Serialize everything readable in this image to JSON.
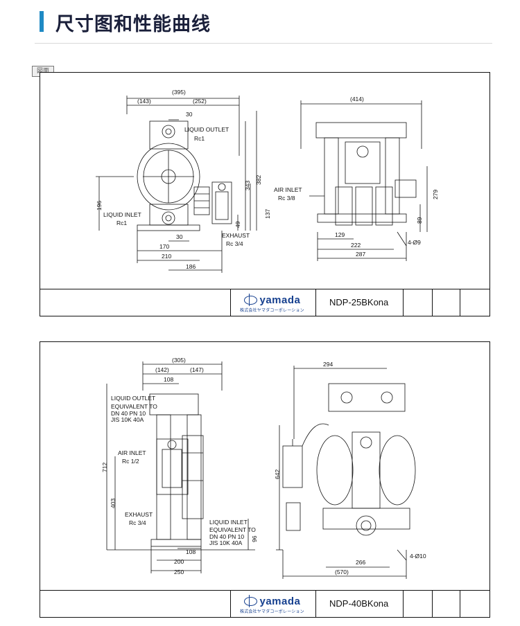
{
  "page": {
    "title": "尺寸图和性能曲线",
    "stamp": "図面"
  },
  "drawing1": {
    "model": "NDP-25BKona",
    "logo_name": "yamada",
    "logo_subtitle": "株式会社ヤマダコーポレーション",
    "labels": {
      "liquid_outlet": "LIQUID OUTLET",
      "liquid_outlet_port": "Rc1",
      "liquid_inlet": "LIQUID INLET",
      "liquid_inlet_port": "Rc1",
      "air_inlet": "AIR INLET",
      "air_inlet_port": "Rc 3/8",
      "exhaust": "EXHAUST",
      "exhaust_port": "Rc 3/4",
      "holes": "4-Ø9"
    },
    "dims": {
      "d395": "(395)",
      "d143": "(143)",
      "d252": "(252)",
      "d30a": "30",
      "d196": "196",
      "d343": "343",
      "d382": "382",
      "d137": "137",
      "d49": "49",
      "d30b": "30",
      "d170": "170",
      "d210": "210",
      "d186": "186",
      "d414": "(414)",
      "d279": "279",
      "d89": "89",
      "d129": "129",
      "d222": "222",
      "d287": "287"
    }
  },
  "drawing2": {
    "model": "NDP-40BKona",
    "logo_name": "yamada",
    "logo_subtitle": "株式会社ヤマダコーポレーション",
    "labels": {
      "liquid_outlet": "LIQUID OUTLET",
      "equiv_out": "EQUIVALENT TO",
      "dn_out": "DN 40 PN 10",
      "jis_out": "JIS 10K 40A",
      "air_inlet": "AIR INLET",
      "air_inlet_port": "Rc 1/2",
      "exhaust": "EXHAUST",
      "exhaust_port": "Rc 3/4",
      "liquid_inlet": "LIQUID INLET",
      "equiv_in": "EQUIVALENT TO",
      "dn_in": "DN 40 PN 10",
      "jis_in": "JIS 10K 40A",
      "holes": "4-Ø10"
    },
    "dims": {
      "d305": "(305)",
      "d142": "(142)",
      "d147": "(147)",
      "d108a": "108",
      "d712": "712",
      "d403": "403",
      "d96": "96",
      "d108b": "108",
      "d200": "200",
      "d250": "250",
      "d294": "294",
      "d642": "642",
      "d266": "266",
      "d570": "(570)"
    }
  }
}
